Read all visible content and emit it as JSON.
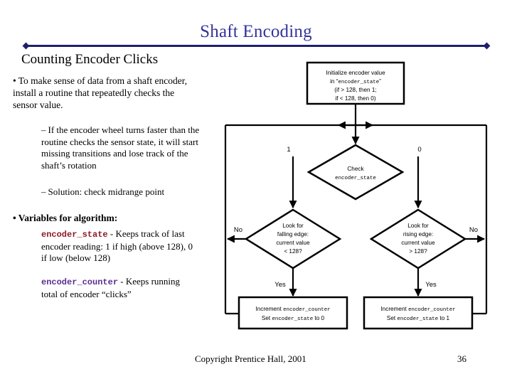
{
  "slide": {
    "title": "Shaft Encoding",
    "subtitle": "Counting Encoder Clicks"
  },
  "accent_colors": {
    "title_blue": "#33339c",
    "rule_blue": "#1f1f6e",
    "keyword_red": "#8c1b28",
    "keyword_purple": "#5b2d8e"
  },
  "body": {
    "bullet_mark_level1": "•",
    "bullet_mark_level2": "–",
    "bullets": [
      {
        "level": 1,
        "text": "To make sense of data from a shaft encoder, install a routine that repeatedly checks the sensor value."
      },
      {
        "level": 2,
        "text": "If the encoder wheel turns faster than the routine checks the sensor state, it will start missing transitions and lose track of the shaft’s rotation"
      },
      {
        "level": 2,
        "text": "Solution: check midrange point"
      },
      {
        "level": 1,
        "text": "Variables for algorithm:",
        "bold": true
      }
    ],
    "variables": [
      {
        "name": "encoder_state",
        "color": "#8c1b28",
        "description": " - Keeps track of last encoder reading: 1 if high (above 128), 0 if low (below 128)"
      },
      {
        "name": "encoder_counter",
        "color": "#5b2d8e",
        "description": " - Keeps running total of encoder “clicks”"
      }
    ]
  },
  "flowchart": {
    "init_box": {
      "line1": "Initialize encoder value",
      "line2_pre": "in “",
      "line2_mono": "encoder_state",
      "line2_post": "”",
      "line3": "(if > 128, then 1;",
      "line4": "if < 128, then 0)"
    },
    "check_diamond": {
      "line1": "Check",
      "line2_mono": "encoder_state"
    },
    "check_branch_left_label": "1",
    "check_branch_right_label": "0",
    "falling_diamond": {
      "line1": "Look for",
      "line2": "falling edge:",
      "line3": "current value",
      "line4": "< 128?"
    },
    "falling_no_label": "No",
    "falling_yes_label": "Yes",
    "rising_diamond": {
      "line1": "Look for",
      "line2": "rising edge:",
      "line3": "current value",
      "line4": "> 128?"
    },
    "rising_no_label": "No",
    "rising_yes_label": "Yes",
    "left_action_box": {
      "line1_pre": "Increment ",
      "line1_mono": "encoder_counter",
      "line2_pre": "Set ",
      "line2_mono": "encoder_state",
      "line2_post": " to 0"
    },
    "right_action_box": {
      "line1_pre": "Increment ",
      "line1_mono": "encoder_counter",
      "line2_pre": "Set ",
      "line2_mono": "encoder_state",
      "line2_post": " to 1"
    }
  },
  "footer": {
    "copyright": "Copyright Prentice Hall, 2001",
    "page_number": "36"
  }
}
